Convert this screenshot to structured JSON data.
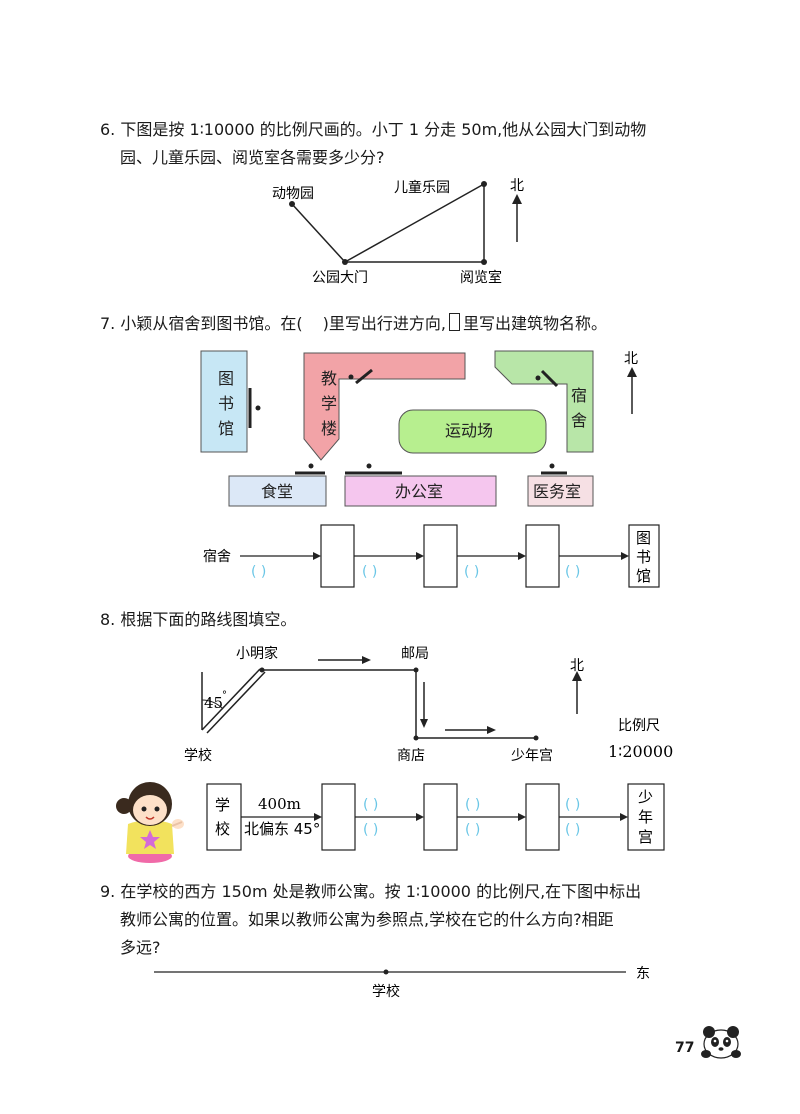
{
  "q6": {
    "line1": "6. 下图是按 1∶10000 的比例尺画的。小丁 1 分走 50m,他从公园大门到动物",
    "line2": "园、儿童乐园、阅览室各需要多少分?",
    "labels": {
      "zoo": "动物园",
      "playground": "儿童乐园",
      "gate": "公园大门",
      "reading_room": "阅览室",
      "north": "北"
    }
  },
  "q7": {
    "text_a": "7. 小颖从宿舍到图书馆。在(",
    "text_b": ")里写出行进方向,",
    "text_c": "里写出建筑物名称。",
    "map": {
      "library": [
        "图",
        "书",
        "馆"
      ],
      "teaching": [
        "教",
        "学",
        "楼"
      ],
      "dorm": [
        "宿",
        "舍"
      ],
      "sports_field": "运动场",
      "canteen": "食堂",
      "office": "办公室",
      "clinic": "医务室",
      "north": "北"
    },
    "route": {
      "start": "宿舍",
      "end": [
        "图",
        "书",
        "馆"
      ],
      "paren": "(          )"
    },
    "colors": {
      "library": "#c7e7f5",
      "teaching": "#f2a3a7",
      "dorm": "#b8e6a8",
      "field": "#b7ef8f",
      "canteen": "#dce8f7",
      "office": "#f5c6ee",
      "clinic": "#f6e0e4"
    }
  },
  "q8": {
    "title": "8. 根据下面的路线图填空。",
    "map": {
      "home": "小明家",
      "post": "邮局",
      "school": "学校",
      "shop": "商店",
      "palace": "少年宫",
      "angle": "45",
      "north": "北",
      "scale_label": "比例尺",
      "scale": "1∶20000"
    },
    "route": {
      "start": [
        "学",
        "校"
      ],
      "dist": "400m",
      "dir": "北偏东 45°",
      "end": [
        "少",
        "年",
        "宫"
      ],
      "paren": "(         )"
    }
  },
  "q9": {
    "line1": "9. 在学校的西方 150m 处是教师公寓。按 1∶10000 的比例尺,在下图中标出",
    "line2": "教师公寓的位置。如果以教师公寓为参照点,学校在它的什么方向?相距",
    "line3": "多远?",
    "school": "学校",
    "east": "东"
  },
  "page_number": "77"
}
